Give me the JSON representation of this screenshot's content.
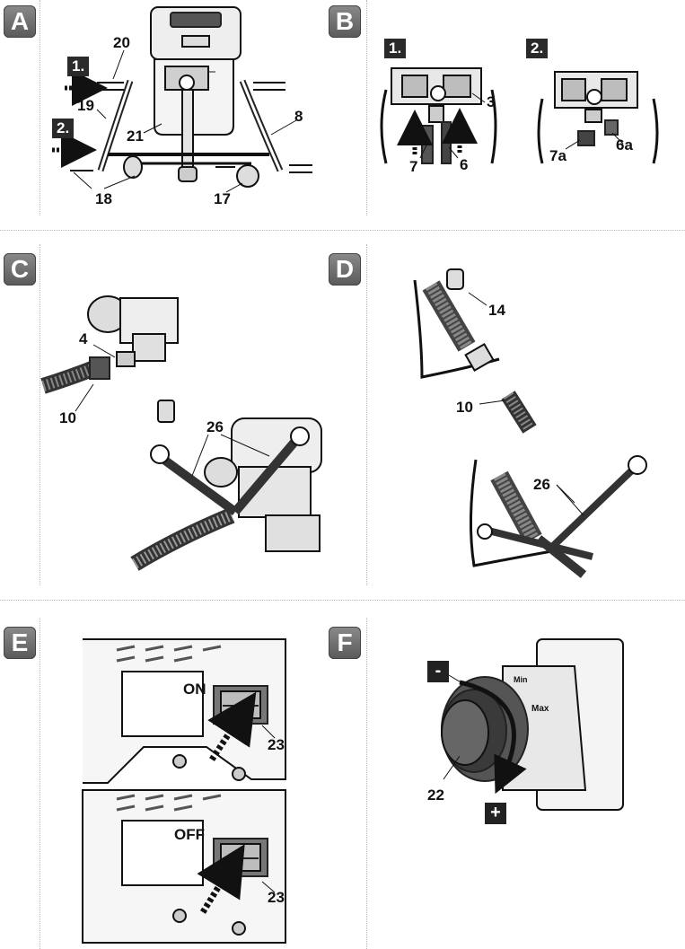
{
  "panels": {
    "A": {
      "tag": "A",
      "steps": [
        "1.",
        "2."
      ],
      "callouts": [
        "20",
        "19",
        "21",
        "8",
        "18",
        "17"
      ]
    },
    "B": {
      "tag": "B",
      "steps": [
        "1.",
        "2."
      ],
      "callouts": [
        "3",
        "7",
        "6",
        "7a",
        "6a"
      ]
    },
    "C": {
      "tag": "C",
      "callouts": [
        "4",
        "10",
        "26"
      ]
    },
    "D": {
      "tag": "D",
      "callouts": [
        "14",
        "10",
        "26"
      ]
    },
    "E": {
      "tag": "E",
      "switch_on": "ON",
      "switch_off": "OFF",
      "callouts": [
        "23",
        "23"
      ]
    },
    "F": {
      "tag": "F",
      "minus": "-",
      "plus": "+",
      "dial_max": "Max",
      "dial_min": "Min",
      "callouts": [
        "22"
      ]
    }
  }
}
